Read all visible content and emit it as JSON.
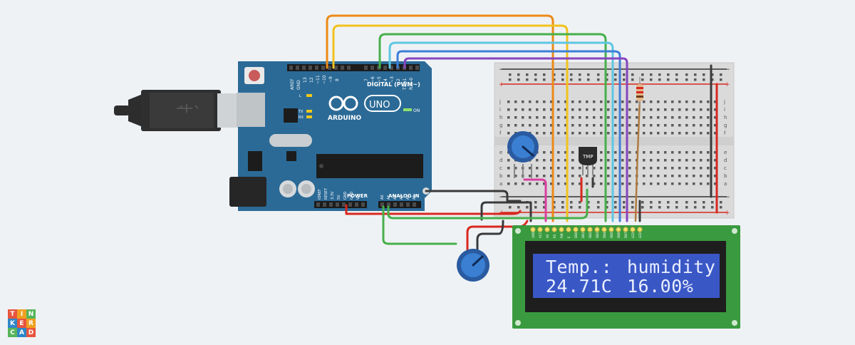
{
  "arduino": {
    "brand": "ARDUINO",
    "model": "UNO",
    "digital_label": "DIGITAL (PWM~)",
    "power_label": "POWER",
    "analog_label": "ANALOG IN",
    "on_label": "ON",
    "aref": "AREF",
    "gnd": "GND",
    "pin13": "13",
    "pin12": "12",
    "pin11": "~11",
    "pin10": "~10",
    "pin9": "~9",
    "pin8": "8",
    "pin7": "7",
    "pin6": "~6",
    "pin5": "~5",
    "pin4": "4",
    "pin3": "~3",
    "pin2": "2",
    "tx1": "TX→1",
    "rx0": "RX←0",
    "l": "L",
    "tx": "TX",
    "rx": "RX",
    "a0": "A0",
    "a1": "A1",
    "a2": "A2",
    "a3": "A3",
    "a4": "A4",
    "a5": "A5",
    "ioref": "IOREF",
    "reset": "RESET",
    "v33": "3.3V",
    "v5": "5V",
    "gnd1": "GND",
    "gnd2": "GND",
    "vin": "Vin"
  },
  "breadboard": {
    "row_letters_top": [
      "j",
      "i",
      "h",
      "g",
      "f"
    ],
    "row_letters_bottom": [
      "e",
      "d",
      "c",
      "b",
      "a"
    ],
    "plus": "+",
    "minus": "−"
  },
  "sensor": {
    "label": "TMP"
  },
  "lcd": {
    "line1_left": "Temp.:",
    "line1_right": "humidity",
    "line2_left": "24.71C",
    "line2_right": "16.00%",
    "pin_labels": [
      "GND",
      "VCC",
      "V0",
      "RS",
      "RW",
      "E",
      "DB0",
      "DB1",
      "DB2",
      "DB3",
      "DB4",
      "DB5",
      "DB6",
      "DB7",
      "LED",
      "LED"
    ]
  },
  "logo": {
    "letters": [
      "T",
      "I",
      "N",
      "K",
      "E",
      "R",
      "C",
      "A",
      "D"
    ],
    "colors": [
      "#e8553e",
      "#f0a020",
      "#56b45a",
      "#2f86c8",
      "#e8553e",
      "#f0a020",
      "#56b45a",
      "#2f86c8",
      "#e8553e"
    ]
  },
  "colors": {
    "background": "#eff2f5",
    "arduino_board": "#2b6a96",
    "lcd_board": "#3a9a3f",
    "lcd_screen": "#3a57c6",
    "wire_orange": "#ec8a16",
    "wire_yellow": "#f2c21e",
    "wire_green": "#46b04a",
    "wire_cyan": "#5ec6e2",
    "wire_blue": "#3d7fd8",
    "wire_purple": "#8645c0",
    "wire_red": "#d8281f",
    "wire_black": "#3a3a3a",
    "wire_pink": "#d93fa0",
    "wire_brown": "#b07a40"
  }
}
